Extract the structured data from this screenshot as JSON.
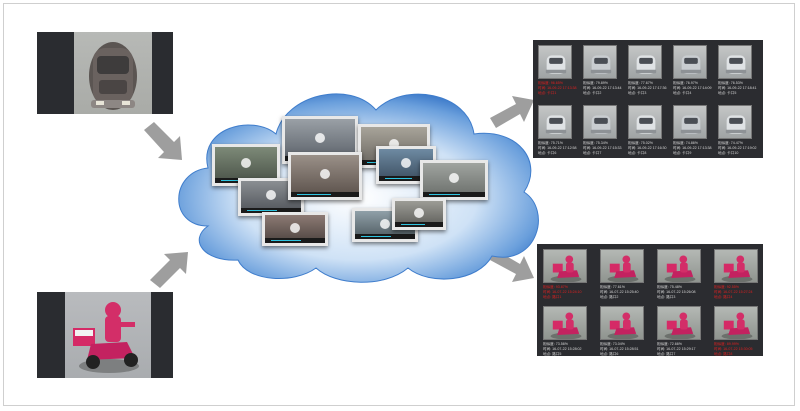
{
  "inputs": {
    "car_query": {
      "icon": "car-photo"
    },
    "scooter_query": {
      "icon": "scooter-rider-photo"
    }
  },
  "cloud": {
    "video_count": 10,
    "colors": {
      "cloud_edge": "#2f6fc4",
      "cloud_core": "#ffffff",
      "progress": "#2ec4e0"
    }
  },
  "results": {
    "car_panel": {
      "rows": [
        [
          {
            "score": "相似度: 96.65%",
            "time": "时间: 16-09-22 17:13:38",
            "loc": "地点: 卡口1",
            "hit": true
          },
          {
            "score": "相似度: 79.89%",
            "time": "时间: 16-09-22 17:13:44",
            "loc": "地点: 卡口2",
            "hit": false
          },
          {
            "score": "相似度: 77.67%",
            "time": "时间: 16-09-22 17:17:36",
            "loc": "地点: 卡口3",
            "hit": false
          },
          {
            "score": "相似度: 76.97%",
            "time": "时间: 16-09-22 17:14:09",
            "loc": "地点: 卡口4",
            "hit": false
          },
          {
            "score": "相似度: 76.53%",
            "time": "时间: 16-09-22 17:18:41",
            "loc": "地点: 卡口5",
            "hit": false
          }
        ],
        [
          {
            "score": "相似度: 75.71%",
            "time": "时间: 16-09-22 17:12:58",
            "loc": "地点: 卡口6",
            "hit": false
          },
          {
            "score": "相似度: 75.34%",
            "time": "时间: 16-09-22 17:15:33",
            "loc": "地点: 卡口7",
            "hit": false
          },
          {
            "score": "相似度: 75.02%",
            "time": "时间: 16-09-22 17:16:30",
            "loc": "地点: 卡口8",
            "hit": false
          },
          {
            "score": "相似度: 74.86%",
            "time": "时间: 16-09-22 17:13:38",
            "loc": "地点: 卡口9",
            "hit": false
          },
          {
            "score": "相似度: 74.47%",
            "time": "时间: 16-09-22 17:19:02",
            "loc": "地点: 卡口10",
            "hit": false
          }
        ]
      ]
    },
    "scooter_panel": {
      "rows": [
        [
          {
            "score": "相似度: 93.87%",
            "time": "时间: 16-07-22 15:24:10",
            "loc": "地点: 路口1",
            "hit": true
          },
          {
            "score": "相似度: 77.61%",
            "time": "时间: 16-07-22 15:25:40",
            "loc": "地点: 路口2",
            "hit": false
          },
          {
            "score": "相似度: 75.48%",
            "time": "时间: 16-07-22 15:26:08",
            "loc": "地点: 路口3",
            "hit": false
          },
          {
            "score": "相似度: 92.55%",
            "time": "时间: 16-07-22 15:27:24",
            "loc": "地点: 路口4",
            "hit": true
          }
        ],
        [
          {
            "score": "相似度: 73.56%",
            "time": "时间: 16-07-22 15:28:02",
            "loc": "地点: 路口5",
            "hit": false
          },
          {
            "score": "相似度: 73.04%",
            "time": "时间: 16-07-22 15:28:51",
            "loc": "地点: 路口6",
            "hit": false
          },
          {
            "score": "相似度: 72.66%",
            "time": "时间: 16-07-22 15:29:17",
            "loc": "地点: 路口7",
            "hit": false
          },
          {
            "score": "相似度: 89.99%",
            "time": "时间: 16-07-22 15:30:05",
            "loc": "地点: 路口8",
            "hit": true
          }
        ]
      ]
    }
  },
  "colors": {
    "panel_bg": "#2b2c30",
    "hit_text": "#e02020",
    "normal_text": "#d8d8d8",
    "arrow": "#9e9e9e",
    "accent_red": "#d8245a"
  }
}
